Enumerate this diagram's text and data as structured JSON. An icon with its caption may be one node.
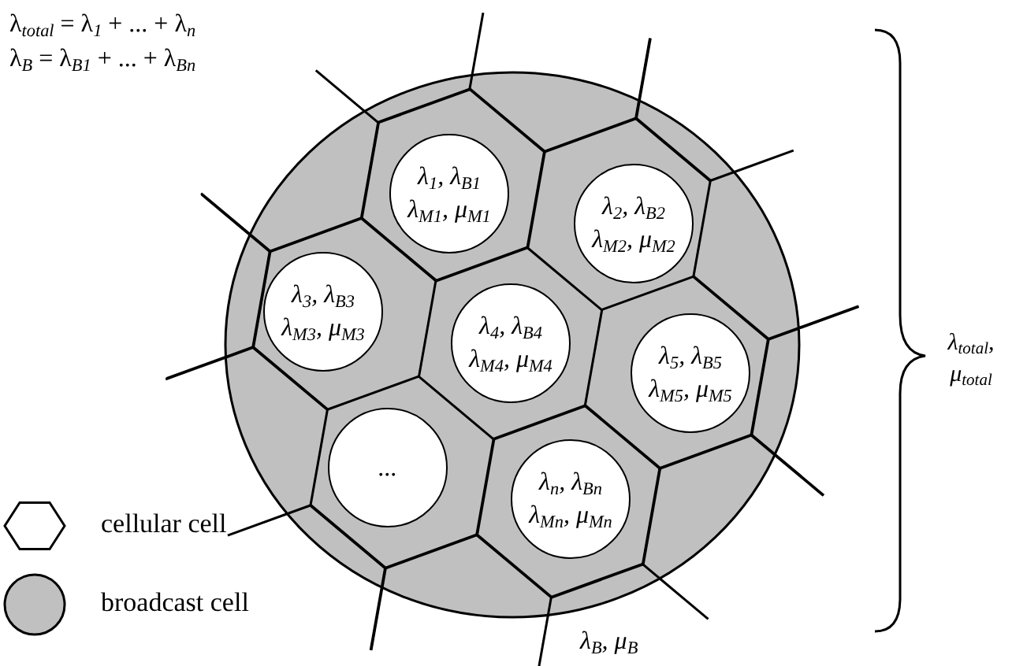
{
  "diagram": {
    "nodes": [
      {
        "text": [],
        "shape": "circle",
        "beside": [
          "λ$_{B}$, μ$_{B}$"
        ]
      },
      {
        "text": [
          "λ$_{1}$,  λ$_{B1}$",
          "λ$_{M1}$, μ$_{M1}$"
        ],
        "in": 0
      },
      {
        "text": [
          "λ$_{2}$,  λ$_{B2}$",
          "λ$_{M2}$, μ$_{M2}$"
        ],
        "in": 0
      },
      {
        "text": [
          "λ$_{3}$,  λ$_{B3}$",
          "λ$_{M3}$, μ$_{M3}$"
        ],
        "in": 0
      },
      {
        "text": [
          "λ$_{4}$,  λ$_{B4}$",
          "λ$_{M4}$, μ$_{M4}$"
        ],
        "in": 0
      },
      {
        "text": [
          "λ$_{5}$,  λ$_{B5}$",
          "λ$_{M5}$, μ$_{M5}$"
        ],
        "in": 0
      },
      {
        "text": [
          "..."
        ],
        "in": 0
      },
      {
        "text": [
          "λ$_{n}$,  λ$_{Bn}$",
          "λ$_{Mn}$, μ$_{Mn}$"
        ],
        "in": 0
      }
    ],
    "edges": [],
    "labels": [
      "λ$_{total}$ = λ$_{1}$ + ... + λ$_{n}$",
      "λ$_{B}$ = λ$_{B1}$ + ... + λ$_{Bn}$",
      "λ$_{total}$, μ$_{total}$"
    ],
    "legend": [
      {
        "text": "cellular cell"
      },
      {
        "text": "broadcast cell",
        "color": "#c0c0c0"
      }
    ]
  }
}
